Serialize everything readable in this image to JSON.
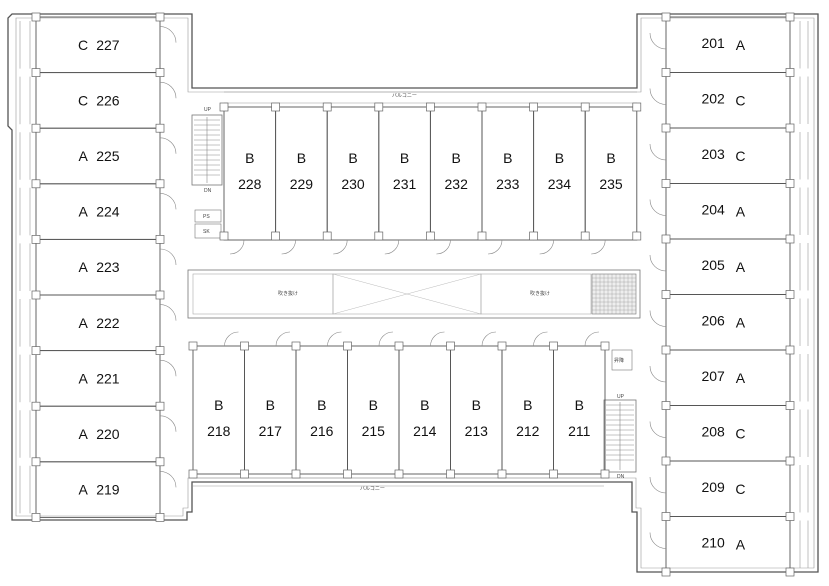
{
  "floor_plan": {
    "balcony_label": "バルコニー",
    "stair_up": "UP",
    "stair_down": "DN",
    "ps_label": "PS",
    "sk_label": "SK",
    "void_label_left": "吹き抜け",
    "void_label_right": "吹き抜け",
    "elevator_label": "昇降",
    "west_wing": [
      {
        "type": "C",
        "number": "227"
      },
      {
        "type": "C",
        "number": "226"
      },
      {
        "type": "A",
        "number": "225"
      },
      {
        "type": "A",
        "number": "224"
      },
      {
        "type": "A",
        "number": "223"
      },
      {
        "type": "A",
        "number": "222"
      },
      {
        "type": "A",
        "number": "221"
      },
      {
        "type": "A",
        "number": "220"
      },
      {
        "type": "A",
        "number": "219"
      }
    ],
    "east_wing": [
      {
        "type": "A",
        "number": "201"
      },
      {
        "type": "C",
        "number": "202"
      },
      {
        "type": "C",
        "number": "203"
      },
      {
        "type": "A",
        "number": "204"
      },
      {
        "type": "A",
        "number": "205"
      },
      {
        "type": "A",
        "number": "206"
      },
      {
        "type": "A",
        "number": "207"
      },
      {
        "type": "C",
        "number": "208"
      },
      {
        "type": "C",
        "number": "209"
      },
      {
        "type": "A",
        "number": "210"
      }
    ],
    "north_row": [
      {
        "type": "B",
        "number": "228"
      },
      {
        "type": "B",
        "number": "229"
      },
      {
        "type": "B",
        "number": "230"
      },
      {
        "type": "B",
        "number": "231"
      },
      {
        "type": "B",
        "number": "232"
      },
      {
        "type": "B",
        "number": "233"
      },
      {
        "type": "B",
        "number": "234"
      },
      {
        "type": "B",
        "number": "235"
      }
    ],
    "south_row": [
      {
        "type": "B",
        "number": "218"
      },
      {
        "type": "B",
        "number": "217"
      },
      {
        "type": "B",
        "number": "216"
      },
      {
        "type": "B",
        "number": "215"
      },
      {
        "type": "B",
        "number": "214"
      },
      {
        "type": "B",
        "number": "213"
      },
      {
        "type": "B",
        "number": "212"
      },
      {
        "type": "B",
        "number": "211"
      }
    ]
  }
}
